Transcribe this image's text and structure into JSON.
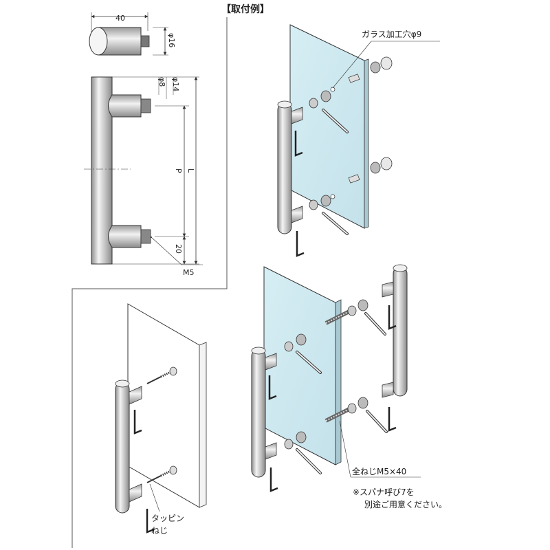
{
  "section_title": "【取付例】",
  "dimensions": {
    "length_40": "40",
    "dia_16": "φ16",
    "dia_8": "φ8",
    "dia_14": "φ14",
    "pitch_P": "P",
    "length_L": "L",
    "offset_20": "20",
    "thread_M5": "M5"
  },
  "callouts": {
    "glass_hole": "ガラス加工穴φ9",
    "full_thread": "全ねじM5×40",
    "spanner_note_line1": "※スパナ呼び7を",
    "spanner_note_line2": "別途ご用意ください。",
    "tapping_screw_line1": "タッピン",
    "tapping_screw_line2": "ねじ"
  },
  "colors": {
    "glass": "#cfe7ee",
    "glass_edge": "#9fc3cf",
    "wood": "#ffffff",
    "metal_light": "#eeeeee",
    "metal_dark": "#9a9a9a",
    "line": "#333333"
  }
}
